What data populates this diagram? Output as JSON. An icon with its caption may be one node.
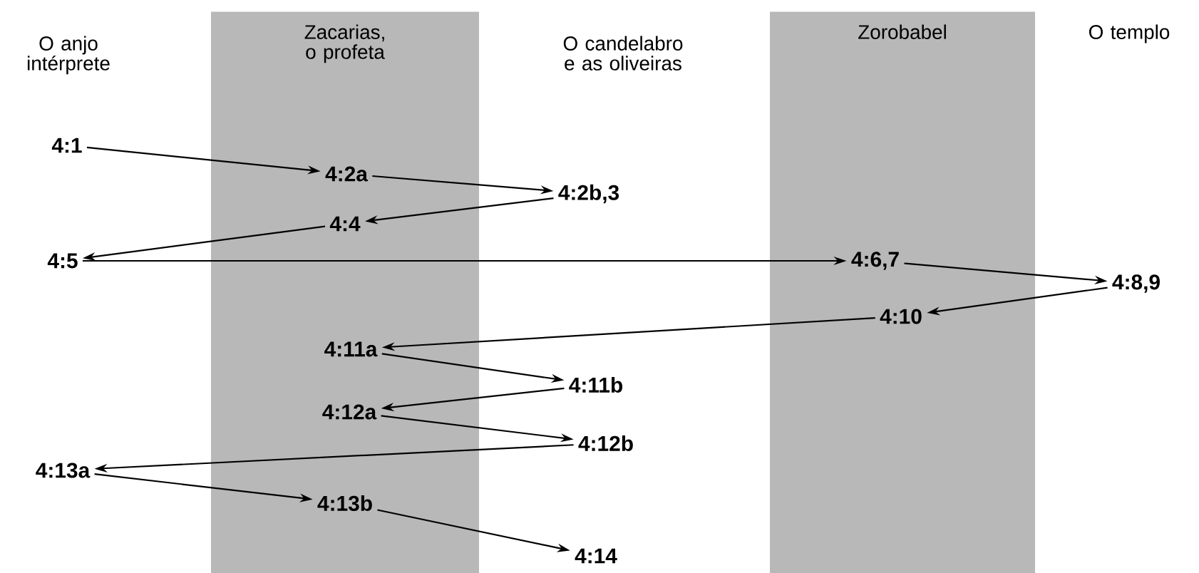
{
  "diagram": {
    "nodes": [
      {
        "text": [
          "Zacarias, o profeta"
        ]
      },
      {
        "text": [
          "Zorobabel"
        ]
      },
      {
        "text": [
          "4:1"
        ]
      },
      {
        "text": [
          "4:2a"
        ],
        "in": 0
      },
      {
        "text": [
          "4:2b,3"
        ]
      },
      {
        "text": [
          "4:4"
        ],
        "in": 0
      },
      {
        "text": [
          "4:5"
        ]
      },
      {
        "text": [
          "4:6,7"
        ],
        "in": 1
      },
      {
        "text": [
          "4:8,9"
        ]
      },
      {
        "text": [
          "4:10"
        ],
        "in": 1
      },
      {
        "text": [
          "4:11a"
        ],
        "in": 0
      },
      {
        "text": [
          "4:11b"
        ]
      },
      {
        "text": [
          "4:12a"
        ],
        "in": 0
      },
      {
        "text": [
          "4:12b"
        ]
      },
      {
        "text": [
          "4:13a"
        ]
      },
      {
        "text": [
          "4:13b"
        ],
        "in": 0
      },
      {
        "text": [
          "4:14"
        ]
      }
    ],
    "edges": [
      {
        "from": 2,
        "to": 3,
        "arrow": "to"
      },
      {
        "from": 3,
        "to": 4,
        "arrow": "to"
      },
      {
        "from": 4,
        "to": 5,
        "arrow": "to"
      },
      {
        "from": 5,
        "to": 6,
        "arrow": "to"
      },
      {
        "from": 6,
        "to": 7,
        "arrow": "to"
      },
      {
        "from": 7,
        "to": 8,
        "arrow": "to"
      },
      {
        "from": 8,
        "to": 9,
        "arrow": "to"
      },
      {
        "from": 9,
        "to": 10,
        "arrow": "to"
      },
      {
        "from": 10,
        "to": 11,
        "arrow": "to"
      },
      {
        "from": 11,
        "to": 12,
        "arrow": "to"
      },
      {
        "from": 12,
        "to": 13,
        "arrow": "to"
      },
      {
        "from": 13,
        "to": 14,
        "arrow": "to"
      },
      {
        "from": 14,
        "to": 15,
        "arrow": "to"
      },
      {
        "from": 15,
        "to": 16,
        "arrow": "to"
      }
    ],
    "labels": [
      "O anjo intérprete",
      "O candelabro e as oliveiras",
      "O templo"
    ]
  }
}
